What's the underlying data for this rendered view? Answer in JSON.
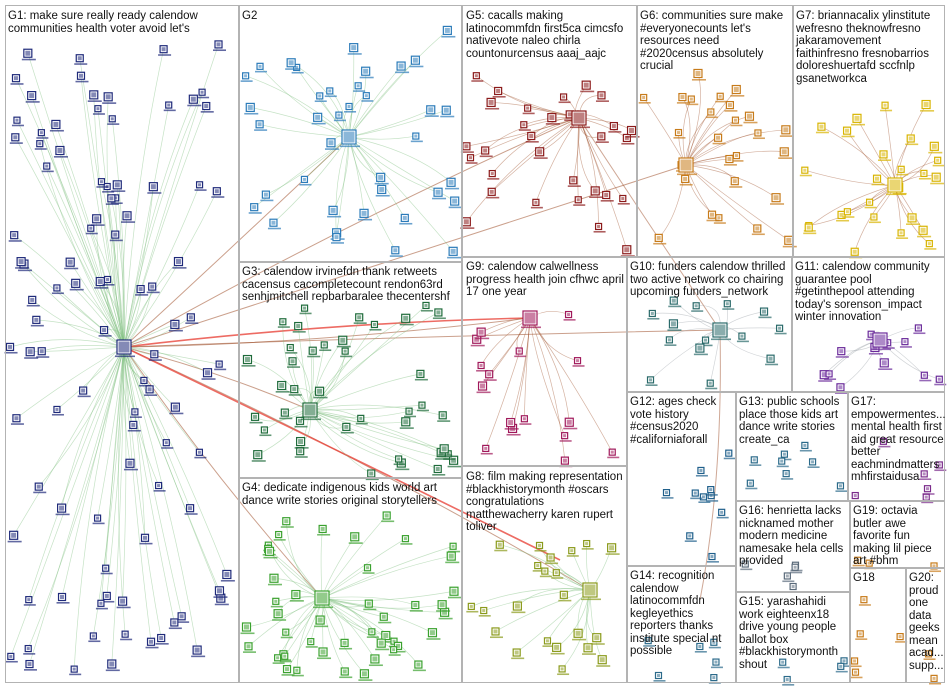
{
  "title": "",
  "colors": {
    "border": "#b3b3b3",
    "edge_green": "#7fbf7f",
    "edge_brown": "#a0522d",
    "edge_red": "#e8463c",
    "edge_gray": "#9aa0a6",
    "g1": "#1f2a7a",
    "g2": "#2b7bb9",
    "g3": "#1e6b3a",
    "g4": "#3aa12e",
    "g5": "#8b1a1a",
    "g6": "#c77b1a",
    "g7": "#d8b400",
    "g8": "#8a9a1a",
    "g9": "#a0185a",
    "g10": "#2a6a6a",
    "g11": "#6a2a9a"
  },
  "groups": [
    {
      "id": "G1",
      "label": "G1: make sure really ready calendow communities health voter avoid let's"
    },
    {
      "id": "G2",
      "label": "G2"
    },
    {
      "id": "G3",
      "label": "G3: calendow irvinefdn thank retweets cacensus cacompletecount rendon63rd senhjmitchell repbarbaralee thecentershf"
    },
    {
      "id": "G4",
      "label": "G4: dedicate indigenous kids world art dance write stories original storytellers"
    },
    {
      "id": "G5",
      "label": "G5: cacalls making latinocommfdn first5ca cimcsfo nativevote naleo chirla countonurcensus aaaj_aajc"
    },
    {
      "id": "G6",
      "label": "G6: communities sure make #everyonecounts let's resources need #2020census absolutely crucial"
    },
    {
      "id": "G7",
      "label": "G7: briannacalix ylinstitute wefresno theknowfresno jakaramovement faithinfresno fresnobarrios doloreshuertafd sccfnlp gsanetworkca"
    },
    {
      "id": "G8",
      "label": "G8: film making representation #blackhistorymonth #oscars congratulations matthewacherry karen rupert toliver"
    },
    {
      "id": "G9",
      "label": "G9: calendow calwellness progress health join cfhwc april 17 one year"
    },
    {
      "id": "G10",
      "label": "G10: funders calendow thrilled two active network co chairing upcoming funders_network"
    },
    {
      "id": "G11",
      "label": "G11: calendow community guarantee pool #getinthepool attending today's sorenson_impact winter innovation"
    },
    {
      "id": "G12",
      "label": "G12: ages check vote history #census2020 #californiaforall"
    },
    {
      "id": "G13",
      "label": "G13: public schools place those kids art dance write stories create_ca"
    },
    {
      "id": "G14",
      "label": "G14: recognition calendow latinocommfdn kegleyethics reporters thanks institute special nt possible"
    },
    {
      "id": "G15",
      "label": "G15: yarashahidi work eighteenx18 drive young people ballot box #blackhistorymonth shout"
    },
    {
      "id": "G16",
      "label": "G16: henrietta lacks nicknamed mother modern medicine namesake hela cells provided"
    },
    {
      "id": "G17",
      "label": "G17: empowermentes... mental health first aid great resource better eachmindmatters mhfirstaidusa"
    },
    {
      "id": "G18",
      "label": "G18"
    },
    {
      "id": "G19",
      "label": "G19: octavia butler awe favorite fun making lil piece art #bhm"
    },
    {
      "id": "G20",
      "label": "G20: proud one data geeks mean acad... supp..."
    }
  ]
}
